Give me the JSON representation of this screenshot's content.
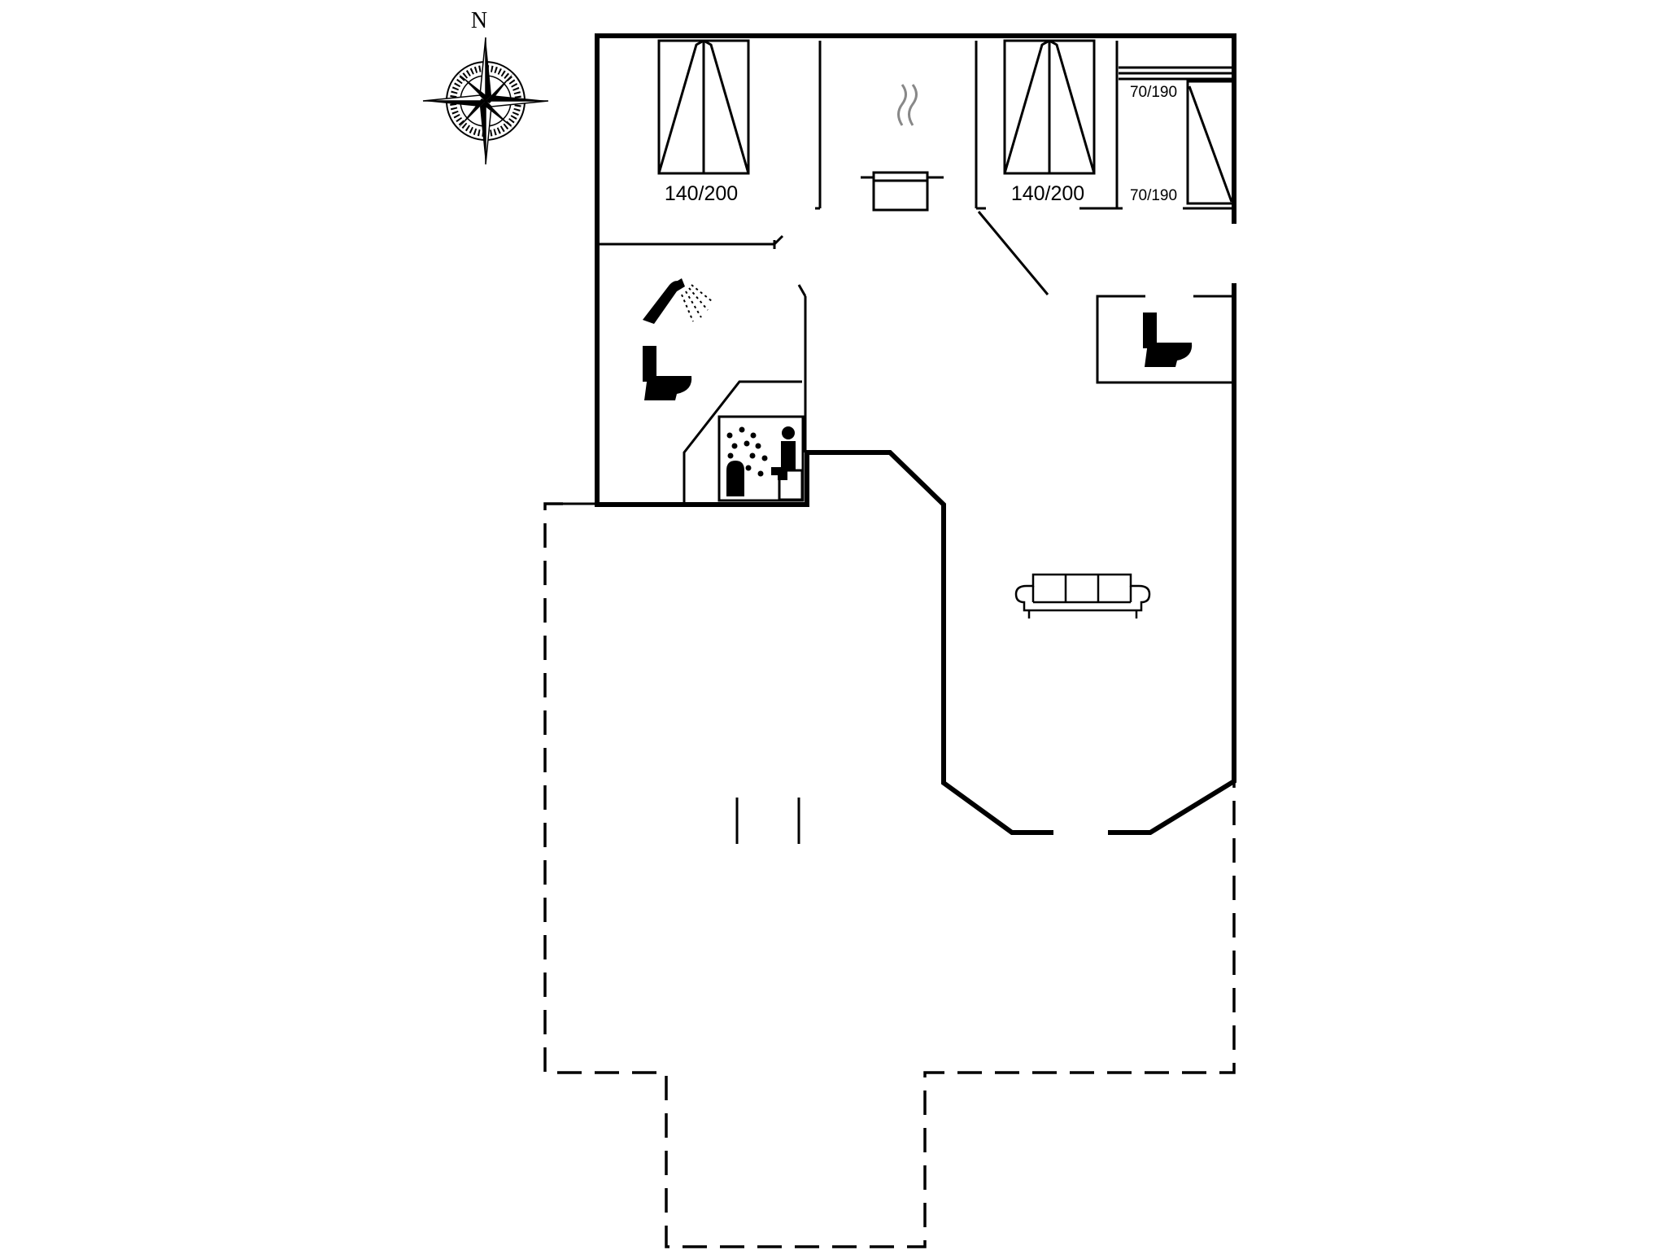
{
  "compass": {
    "north_label": "N"
  },
  "bedrooms": [
    {
      "id": "bedroom-1",
      "bed_size": "140/200"
    },
    {
      "id": "bedroom-2",
      "bed_size": "140/200"
    },
    {
      "id": "bedroom-3",
      "bed_sizes": [
        "70/190",
        "70/190"
      ]
    }
  ],
  "icons": [
    "compass-rose-icon",
    "double-bed-icon",
    "single-bed-icon",
    "cooking-pot-icon",
    "shower-icon",
    "toilet-icon",
    "sauna-icon",
    "sofa-icon"
  ]
}
